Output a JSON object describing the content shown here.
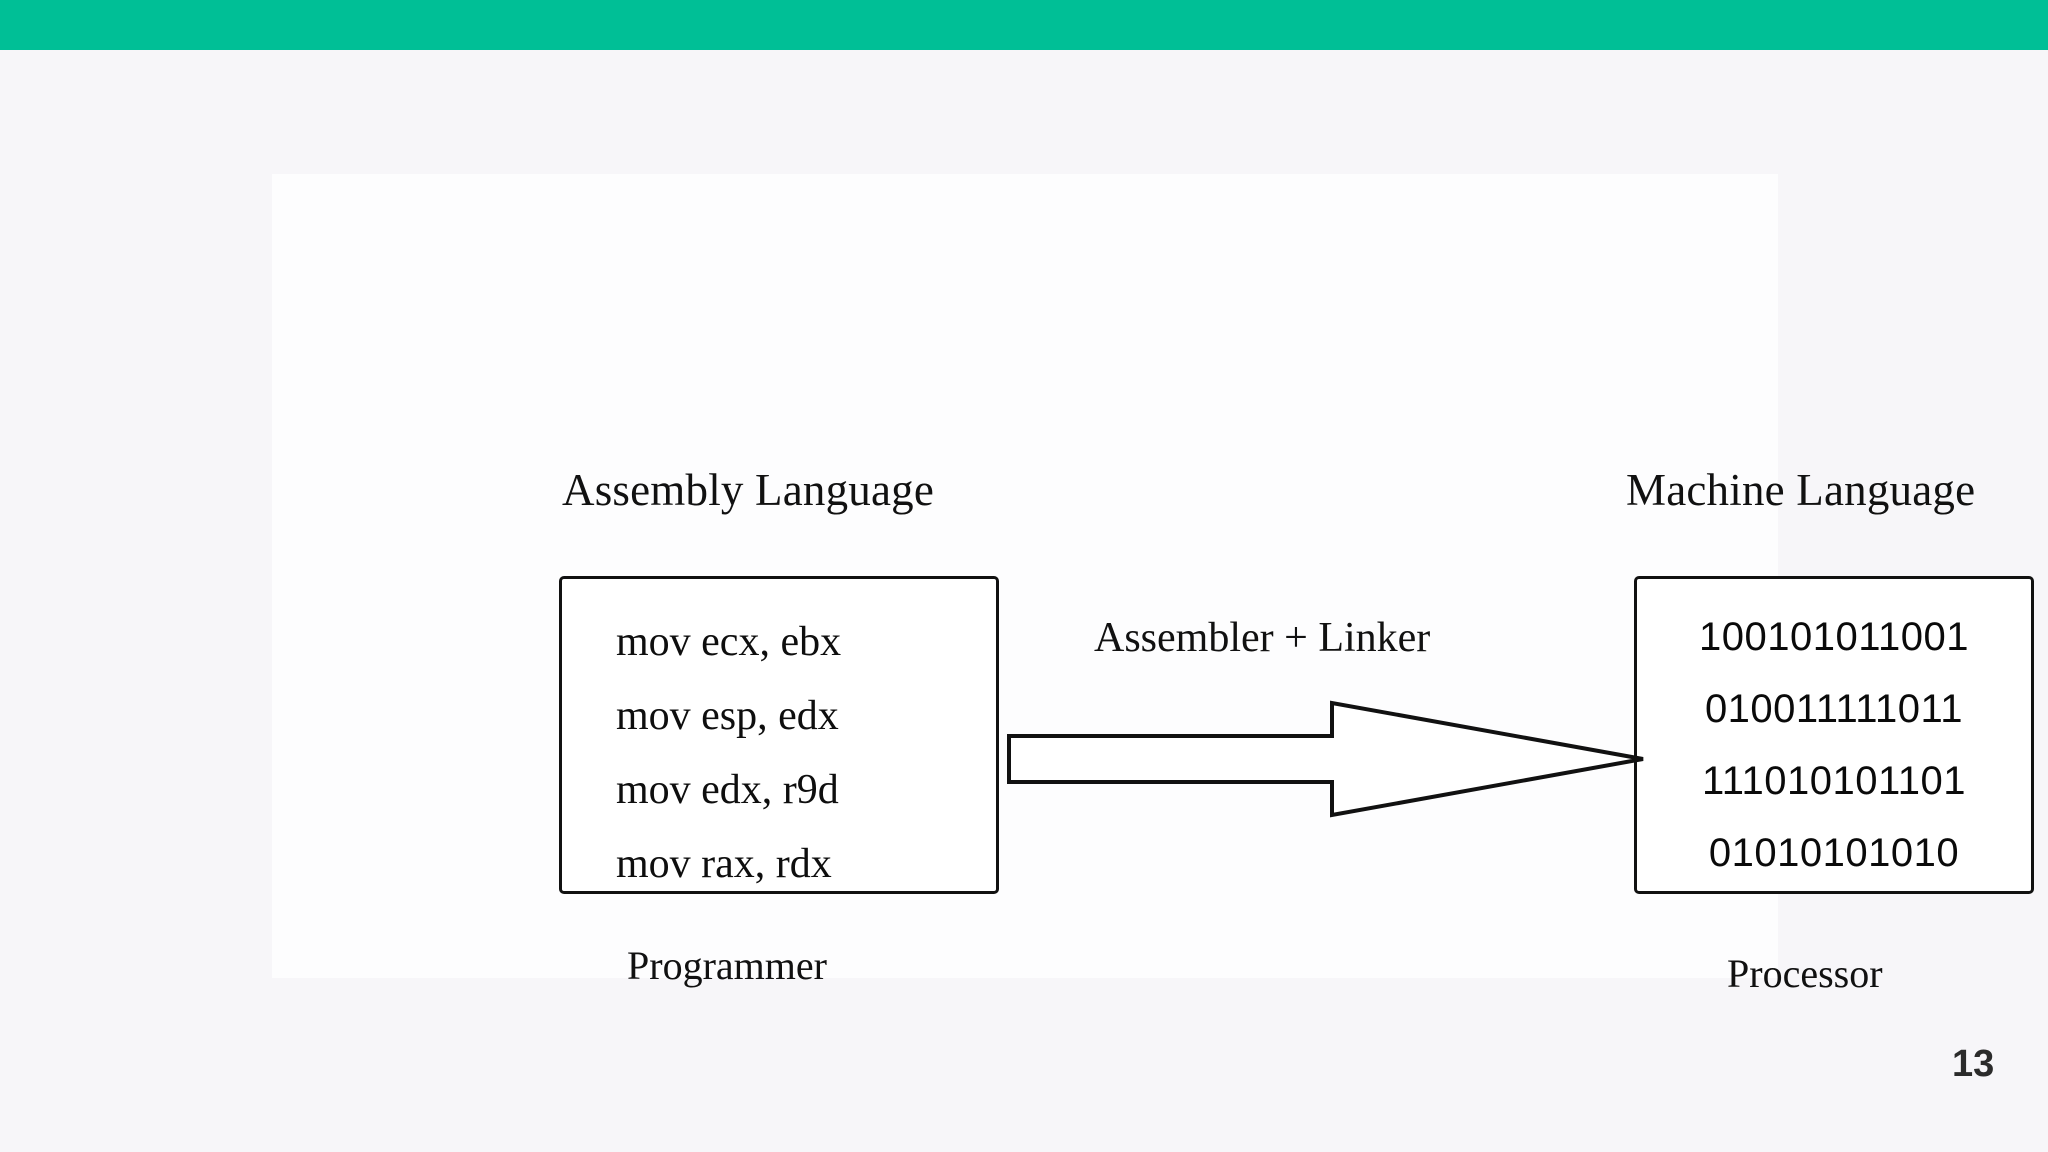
{
  "slide": {
    "accent_color": "#00bf96",
    "background_color": "#f7f6f9",
    "panel_color": "#fdfdfe",
    "page_number": "13"
  },
  "diagram": {
    "left_heading": "Assembly Language",
    "right_heading": "Machine Language",
    "arrow_label": "Assembler + Linker",
    "left_caption": "Programmer",
    "right_caption": "Processor",
    "assembly_lines": [
      "mov ecx, ebx",
      "mov esp, edx",
      "mov edx, r9d",
      "mov rax, rdx"
    ],
    "machine_lines": [
      "100101011001",
      "010011111011",
      "111010101101",
      "01010101010"
    ]
  }
}
